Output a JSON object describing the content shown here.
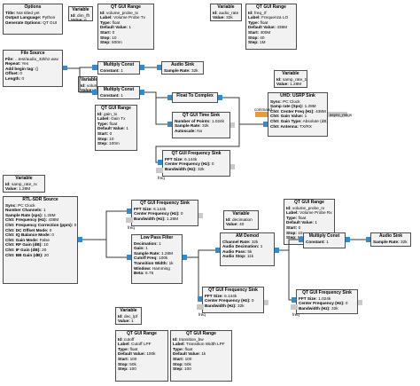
{
  "blocks": {
    "options": {
      "title": "Options",
      "rows": [
        [
          "Title:",
          "Not titled yet"
        ],
        [
          "Output Language:",
          "Python"
        ],
        [
          "Generate Options:",
          "QT GUI"
        ]
      ]
    },
    "var_dim_fft": {
      "title": "Variable",
      "rows": [
        [
          "Id:",
          "dim_fft"
        ],
        [
          "Value:",
          "6"
        ]
      ]
    },
    "qt_range_volume_tx": {
      "title": "QT GUI Range",
      "rows": [
        [
          "Id:",
          "volume_probe_tx"
        ],
        [
          "Label:",
          "Volume Probe Tx"
        ],
        [
          "Type:",
          "float"
        ],
        [
          "Default Value:",
          "1"
        ],
        [
          "Start:",
          "0"
        ],
        [
          "Stop:",
          "10"
        ],
        [
          "Step:",
          "500m"
        ]
      ]
    },
    "var_audio_rate": {
      "title": "Variable",
      "rows": [
        [
          "Id:",
          "audio_rate"
        ],
        [
          "Value:",
          "32k"
        ]
      ]
    },
    "qt_range_freq_rf": {
      "title": "QT GUI Range",
      "rows": [
        [
          "Id:",
          "freq_rf"
        ],
        [
          "Label:",
          "Frequenza LO"
        ],
        [
          "Type:",
          "float"
        ],
        [
          "Default Value:",
          "438M"
        ],
        [
          "Start:",
          "400M"
        ],
        [
          "Stop:",
          "40"
        ],
        [
          "Step:",
          "1M"
        ]
      ]
    },
    "file_source": {
      "title": "File Source",
      "rows": [
        [
          "File:",
          "...test/audio_32khz.wav"
        ],
        [
          "Repeat:",
          "Yes"
        ],
        [
          "Add begin tag:",
          "()"
        ],
        [
          "Offset:",
          "0"
        ],
        [
          "Length:",
          "0"
        ]
      ]
    },
    "multiply_const_1": {
      "title": "Multiply Const",
      "rows": [
        [
          "Constant:",
          "1"
        ]
      ]
    },
    "audio_sink_1": {
      "title": "Audio Sink",
      "rows": [
        [
          "Sample Rate:",
          "32k"
        ]
      ]
    },
    "var_samp_rate_tx": {
      "title": "Variable",
      "rows": [
        [
          "Id:",
          "samp_rate_tx"
        ],
        [
          "Value:",
          "1.28M"
        ]
      ]
    },
    "var_volume": {
      "title": "Variable",
      "rows": [
        [
          "Id:",
          "volume"
        ],
        [
          "Value:",
          "1"
        ]
      ]
    },
    "multiply_const_2": {
      "title": "Multiply Const",
      "rows": [
        [
          "Constant:",
          "1"
        ]
      ]
    },
    "float_to_complex": {
      "title": "Float To Complex",
      "rows": []
    },
    "qt_range_gain_tx": {
      "title": "QT GUI Range",
      "rows": [
        [
          "Id:",
          "gain_tx"
        ],
        [
          "Label:",
          "Gain Tx"
        ],
        [
          "Type:",
          "float"
        ],
        [
          "Default Value:",
          "1"
        ],
        [
          "Start:",
          "0"
        ],
        [
          "Stop:",
          "10"
        ],
        [
          "Step:",
          "100m"
        ]
      ]
    },
    "qt_time_sink": {
      "title": "QT GUI Time Sink",
      "rows": [
        [
          "Number of Points:",
          "1.024k"
        ],
        [
          "Sample Rate:",
          "32k"
        ],
        [
          "Autoscale:",
          "No"
        ]
      ]
    },
    "uhd_usrp_sink": {
      "title": "UHD: USRP Sink",
      "rows": [
        [
          "Sync:",
          "PC Clock"
        ],
        [
          "Samp rate (Sps):",
          "1.28M"
        ],
        [
          "Ch0: Center Freq (Hz):",
          "438M"
        ],
        [
          "Ch0: Gain Value:",
          "1"
        ],
        [
          "Ch0: Gain Type:",
          "Absolute (dB)"
        ],
        [
          "Ch0: Antenna:",
          "TX/RX"
        ]
      ]
    },
    "qt_freq_sink_1": {
      "title": "QT GUI Frequency Sink",
      "rows": [
        [
          "FFT Size:",
          "6.144k"
        ],
        [
          "Center Frequency (Hz):",
          "0"
        ],
        [
          "Bandwidth (Hz):",
          "32k"
        ]
      ]
    },
    "var_samp_rate_rx": {
      "title": "Variable",
      "rows": [
        [
          "Id:",
          "samp_rate_rx"
        ],
        [
          "Value:",
          "1.28M"
        ]
      ]
    },
    "rtl_sdr_source": {
      "title": "RTL-SDR Source",
      "rows": [
        [
          "Sync:",
          "PC Clock"
        ],
        [
          "Number Channels:",
          "1"
        ],
        [
          "Sample Rate (sps):",
          "1.28M"
        ],
        [
          "Ch0: Frequency (Hz):",
          "438M"
        ],
        [
          "Ch0: Frequency Correction (ppm):",
          "0"
        ],
        [
          "Ch0: DC Offset Mode:",
          "0"
        ],
        [
          "Ch0: IQ Balance Mode:",
          "0"
        ],
        [
          "Ch0: Gain Mode:",
          "False"
        ],
        [
          "Ch0: RF Gain (dB):",
          "10"
        ],
        [
          "Ch0: IF Gain (dB):",
          "20"
        ],
        [
          "Ch0: BB Gain (dB):",
          "20"
        ]
      ]
    },
    "qt_freq_sink_2": {
      "title": "QT GUI Frequency Sink",
      "rows": [
        [
          "FFT Size:",
          "6.144k"
        ],
        [
          "Center Frequency (Hz):",
          "0"
        ],
        [
          "Bandwidth (Hz):",
          "1.28M"
        ]
      ]
    },
    "var_decimation": {
      "title": "Variable",
      "rows": [
        [
          "Id:",
          "decimation"
        ],
        [
          "Value:",
          "40"
        ]
      ]
    },
    "qt_range_volume_rx": {
      "title": "QT GUI Range",
      "rows": [
        [
          "Id:",
          "volume_probe_rx"
        ],
        [
          "Label:",
          "Volume Probe Rx"
        ],
        [
          "Type:",
          "float"
        ],
        [
          "Default Value:",
          "1"
        ],
        [
          "Start:",
          "0"
        ],
        [
          "Stop:",
          "10"
        ],
        [
          "Step:",
          "500m"
        ]
      ]
    },
    "low_pass_filter": {
      "title": "Low Pass Filter",
      "rows": [
        [
          "Decimation:",
          "1"
        ],
        [
          "Gain:",
          "1"
        ],
        [
          "Sample Rate:",
          "1.28M"
        ],
        [
          "Cutoff Freq:",
          "100k"
        ],
        [
          "Transition Width:",
          "1k"
        ],
        [
          "Window:",
          "Hamming"
        ],
        [
          "Beta:",
          "6.76"
        ]
      ]
    },
    "am_demod": {
      "title": "AM Demod",
      "rows": [
        [
          "Channel Rate:",
          "32k"
        ],
        [
          "Audio Decimation:",
          "1"
        ],
        [
          "Audio Pass:",
          "5k"
        ],
        [
          "Audio Stop:",
          "11k"
        ]
      ]
    },
    "multiply_const_3": {
      "title": "Multiply Const",
      "rows": [
        [
          "Constant:",
          "1"
        ]
      ]
    },
    "audio_sink_2": {
      "title": "Audio Sink",
      "rows": [
        [
          "Sample Rate:",
          "32k"
        ]
      ]
    },
    "qt_freq_sink_3": {
      "title": "QT GUI Frequency Sink",
      "rows": [
        [
          "FFT Size:",
          "6.144k"
        ],
        [
          "Center Frequency (Hz):",
          "0"
        ],
        [
          "Bandwidth (Hz):",
          "32k"
        ]
      ]
    },
    "qt_freq_sink_4": {
      "title": "QT GUI Frequency Sink",
      "rows": [
        [
          "FFT Size:",
          "1.024k"
        ],
        [
          "Center Frequency (Hz):",
          "0"
        ],
        [
          "Bandwidth (Hz):",
          "32k"
        ]
      ]
    },
    "var_dec_lpf": {
      "title": "Variable",
      "rows": [
        [
          "Id:",
          "dec_lpf"
        ],
        [
          "Value:",
          "1"
        ]
      ]
    },
    "qt_range_cutoff": {
      "title": "QT GUI Range",
      "rows": [
        [
          "Id:",
          "cutoff"
        ],
        [
          "Label:",
          "Cutoff LPF"
        ],
        [
          "Type:",
          "float"
        ],
        [
          "Default Value:",
          "100k"
        ],
        [
          "Start:",
          "100"
        ],
        [
          "Stop:",
          "50k"
        ],
        [
          "Step:",
          "100"
        ]
      ]
    },
    "qt_range_transition": {
      "title": "QT GUI Range",
      "rows": [
        [
          "Id:",
          "transition_bw"
        ],
        [
          "Label:",
          "Transition Width LPF"
        ],
        [
          "Type:",
          "float"
        ],
        [
          "Default Value:",
          "1k"
        ],
        [
          "Start:",
          "100"
        ],
        [
          "Stop:",
          "50k"
        ],
        [
          "Step:",
          "100"
        ]
      ]
    }
  },
  "port_labels": {
    "command": "command",
    "async_msgs": "async_msgs",
    "freq": "freq"
  },
  "colors": {
    "wire": "#3a3a3a",
    "port_out": "#2b8cd8",
    "port_cmd": "#e39b3c",
    "port_msg": "#c9c9c9",
    "block_bg": "#f2f2f2",
    "block_border": "#4d4d4d"
  }
}
